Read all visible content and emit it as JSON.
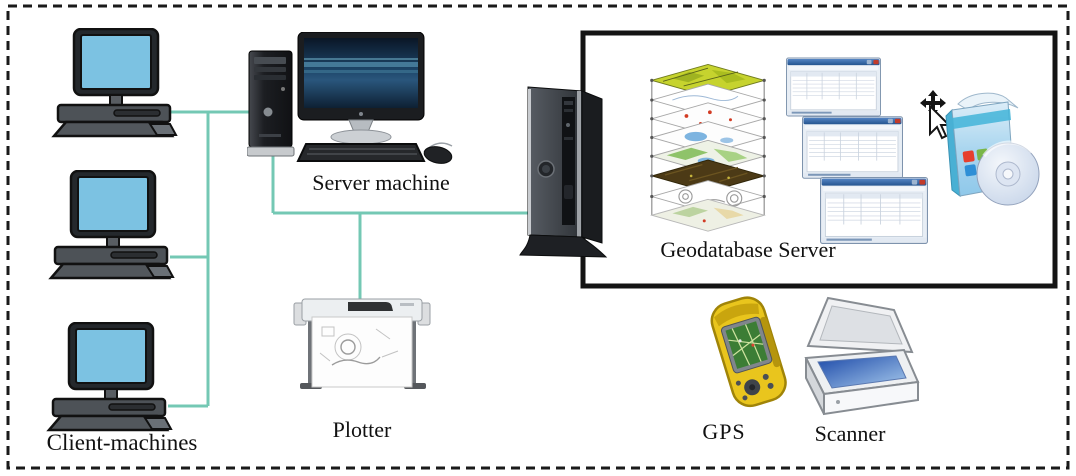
{
  "labels": {
    "client_machines": "Client-machines",
    "server_machine": "Server machine",
    "plotter": "Plotter",
    "geodatabase_server": "Geodatabase Server",
    "gps": "GPS",
    "scanner": "Scanner"
  },
  "colors": {
    "connection_line": "#74c8b4",
    "outer_dashed_border": "#1a1a1a",
    "geodatabase_box_border": "#141414",
    "client_screen_blue": "#7cc2e2",
    "gps_body_yellow": "#e9c51d",
    "scanner_glass_blue": "#2050b0",
    "window_titlebar_blue": "#2f62a8"
  },
  "nodes": [
    {
      "id": "client-1",
      "type": "client-machine"
    },
    {
      "id": "client-2",
      "type": "client-machine"
    },
    {
      "id": "client-3",
      "type": "client-machine"
    },
    {
      "id": "server-machine",
      "type": "desktop-with-tower"
    },
    {
      "id": "plotter",
      "type": "large-format-plotter"
    },
    {
      "id": "geodatabase-server",
      "type": "server-box-with-gis-layers-and-windows"
    },
    {
      "id": "gps",
      "type": "handheld-gps"
    },
    {
      "id": "scanner",
      "type": "flatbed-scanner"
    }
  ],
  "connections": [
    {
      "from": "client-1",
      "to": "lan-trunk"
    },
    {
      "from": "client-2",
      "to": "lan-trunk"
    },
    {
      "from": "client-3",
      "to": "lan-trunk"
    },
    {
      "from": "lan-trunk",
      "to": "server-machine"
    },
    {
      "from": "server-machine",
      "to": "geodatabase-server"
    },
    {
      "from": "server-machine",
      "to": "plotter"
    }
  ]
}
